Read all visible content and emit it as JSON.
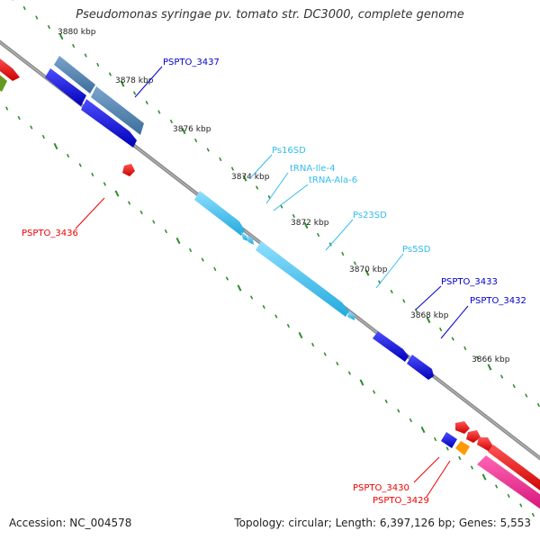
{
  "title": "Pseudomonas syringae pv. tomato str. DC3000, complete genome",
  "accession_text": "Accession: NC_004578",
  "summary_text": "Topology: circular; Length: 6,397,126 bp; Genes: 5,553",
  "colors": {
    "backbone": "#888888",
    "tick": "#2e8b2e",
    "cds_forward": "#0000dd",
    "cds_steel": "#4a7fb0",
    "rna": "#33bbee",
    "cds_reverse": "#ee0000",
    "orange": "#ff9900",
    "pink": "#ee2288",
    "olive": "#669922"
  },
  "ruler_labels": [
    {
      "kbp": 3880,
      "text": "3880 kbp"
    },
    {
      "kbp": 3878,
      "text": "3878 kbp"
    },
    {
      "kbp": 3876,
      "text": "3876 kbp"
    },
    {
      "kbp": 3874,
      "text": "3874 kbp"
    },
    {
      "kbp": 3872,
      "text": "3872 kbp"
    },
    {
      "kbp": 3870,
      "text": "3870 kbp"
    },
    {
      "kbp": 3868,
      "text": "3868 kbp"
    },
    {
      "kbp": 3866,
      "text": "3866 kbp"
    }
  ],
  "feature_labels": [
    {
      "text": "PSPTO_3437",
      "type": "cds_forward"
    },
    {
      "text": "Ps16SD",
      "type": "rna"
    },
    {
      "text": "tRNA-Ile-4",
      "type": "rna"
    },
    {
      "text": "tRNA-Ala-6",
      "type": "rna"
    },
    {
      "text": "Ps23SD",
      "type": "rna"
    },
    {
      "text": "Ps5SD",
      "type": "rna"
    },
    {
      "text": "PSPTO_3433",
      "type": "cds_forward"
    },
    {
      "text": "PSPTO_3432",
      "type": "cds_forward"
    },
    {
      "text": "PSPTO_3436",
      "type": "cds_reverse"
    },
    {
      "text": "PSPTO_3430",
      "type": "cds_reverse"
    },
    {
      "text": "PSPTO_3429",
      "type": "cds_reverse"
    }
  ]
}
